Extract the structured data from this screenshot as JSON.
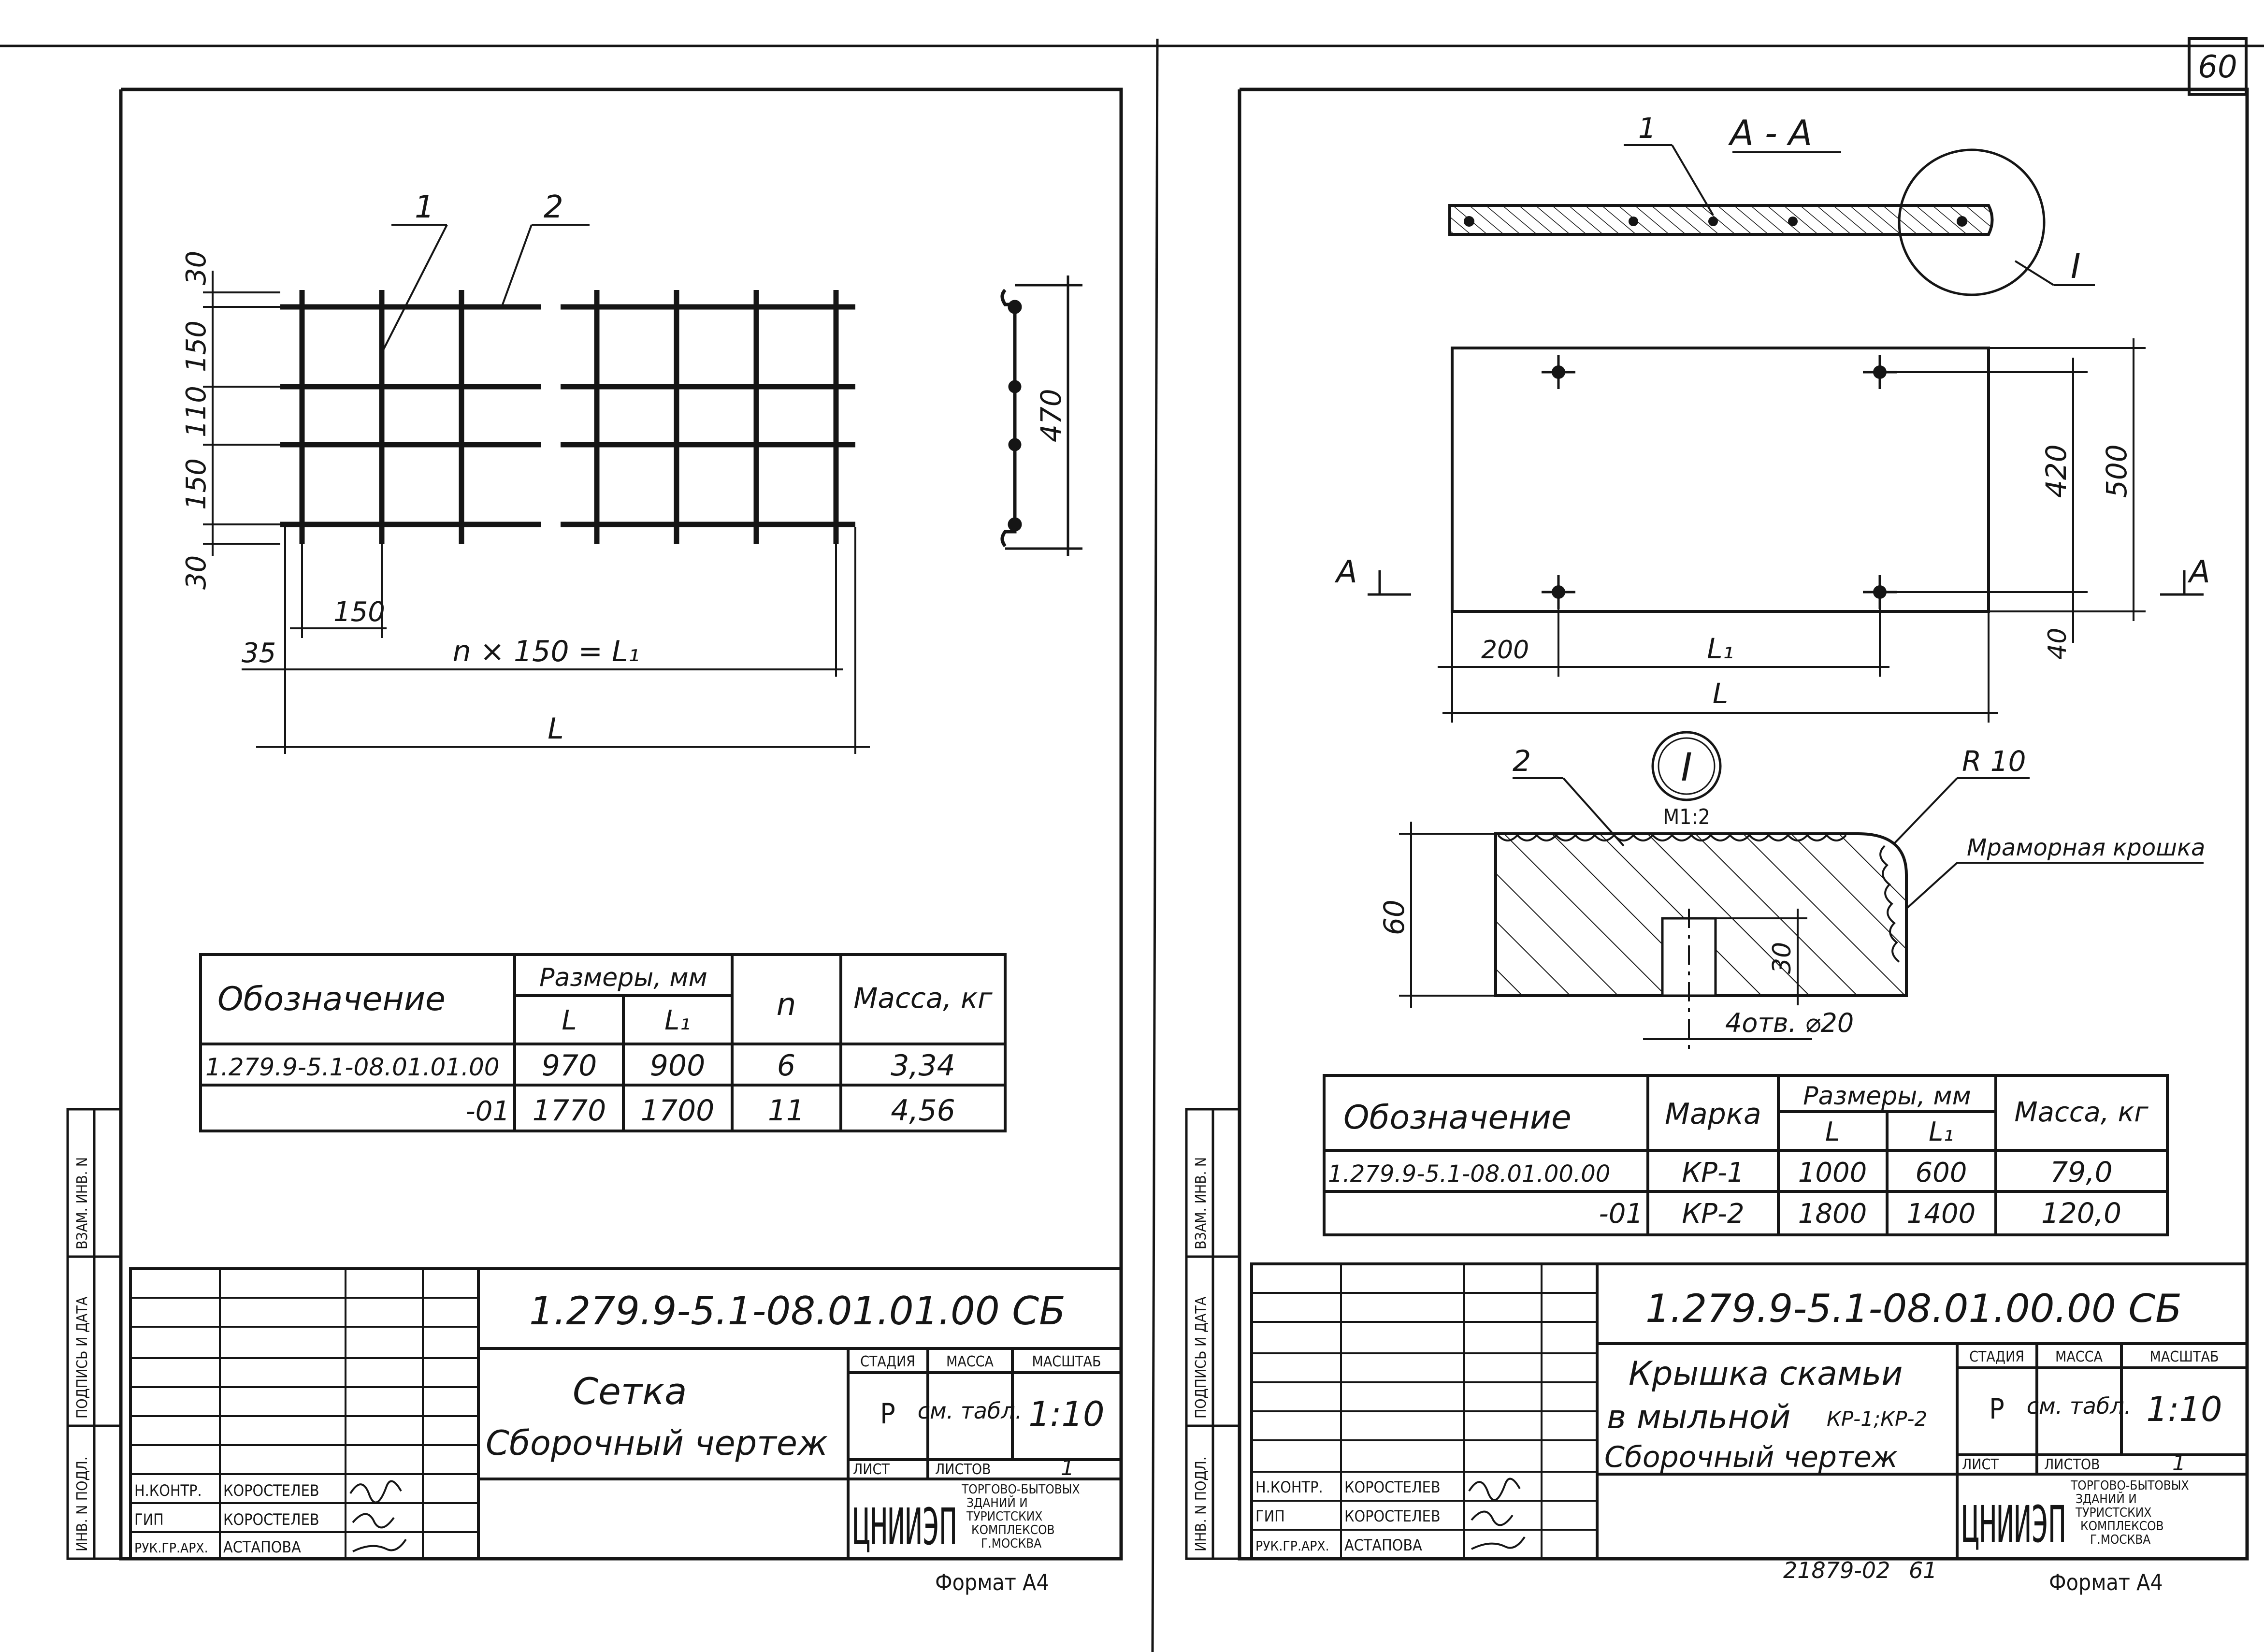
{
  "page_number": "60",
  "left_sheet": {
    "callouts": [
      "1",
      "2"
    ],
    "dims": {
      "top": "30",
      "row1": "150",
      "row2": "110",
      "row3": "150",
      "bottom": "30",
      "pitch": "150",
      "offset": "35",
      "span_formula": "n × 150 = L₁",
      "overall": "L",
      "side": "470"
    },
    "table": {
      "header_designation": "Обозначение",
      "header_dims": "Размеры, мм",
      "header_L": "L",
      "header_L1": "L₁",
      "header_n": "n",
      "header_mass": "Масса, кг",
      "rows": [
        {
          "designation": "1.279.9-5.1-08.01.01.00",
          "L": "970",
          "L1": "900",
          "n": "6",
          "mass": "3,34"
        },
        {
          "designation": "-01",
          "L": "1770",
          "L1": "1700",
          "n": "11",
          "mass": "4,56"
        }
      ]
    },
    "title_block": {
      "code": "1.279.9-5.1-08.01.01.00 СБ",
      "title_line1": "Сетка",
      "title_line2": "Сборочный чертеж",
      "stage_label": "СТАДИЯ",
      "mass_label": "МАССА",
      "scale_label": "МАСШТАБ",
      "stage": "Р",
      "mass": "см. табл.",
      "scale": "1:10",
      "sheet_label": "ЛИСТ",
      "sheets_label": "ЛИСТОВ",
      "sheets": "1",
      "org_logo": "ЦНИИЭП",
      "org_name": [
        "ТОРГОВО-БЫТОВЫХ",
        "ЗДАНИЙ И",
        "ТУРИСТСКИХ",
        "КОМПЛЕКСОВ",
        "Г.МОСКВА"
      ],
      "roles": [
        {
          "role": "Н.КОНТР.",
          "name": "КОРОСТЕЛЕВ"
        },
        {
          "role": "ГИП",
          "name": "КОРОСТЕЛЕВ"
        },
        {
          "role": "РУК.ГР.АРХ.",
          "name": "АСТАПОВА"
        }
      ],
      "side_labels": [
        "ИНВ. N ПОДЛ.",
        "ПОДПИСЬ И ДАТА",
        "ВЗАМ. ИНВ. N"
      ],
      "format": "Формат А4"
    }
  },
  "right_sheet": {
    "section_label": "А - А",
    "callout_1": "1",
    "callout_2": "2",
    "detail_ref": "I",
    "detail_scale": "М1:2",
    "cut_left": "А",
    "cut_right": "А",
    "dims": {
      "width_inner": "420",
      "width_outer": "500",
      "edge": "40",
      "offset": "200",
      "L1": "L₁",
      "L": "L",
      "radius": "R 10",
      "thickness": "60",
      "hole_depth": "30",
      "holes": "4отв. ⌀20"
    },
    "material_note": "Мраморная крошка",
    "table": {
      "header_designation": "Обозначение",
      "header_mark": "Марка",
      "header_dims": "Размеры, мм",
      "header_L": "L",
      "header_L1": "L₁",
      "header_mass": "Масса, кг",
      "rows": [
        {
          "designation": "1.279.9-5.1-08.01.00.00",
          "mark": "КР-1",
          "L": "1000",
          "L1": "600",
          "mass": "79,0"
        },
        {
          "designation": "-01",
          "mark": "КР-2",
          "L": "1800",
          "L1": "1400",
          "mass": "120,0"
        }
      ]
    },
    "title_block": {
      "code": "1.279.9-5.1-08.01.00.00 СБ",
      "title_line1": "Крышка скамьи",
      "title_line2": "в мыльной",
      "title_marks": "КР-1;КР-2",
      "title_line3": "Сборочный чертеж",
      "stage_label": "СТАДИЯ",
      "mass_label": "МАССА",
      "scale_label": "МАСШТАБ",
      "stage": "Р",
      "mass": "см. табл.",
      "scale": "1:10",
      "sheet_label": "ЛИСТ",
      "sheets_label": "ЛИСТОВ",
      "sheets": "1",
      "org_logo": "ЦНИИЭП",
      "org_name": [
        "ТОРГОВО-БЫТОВЫХ",
        "ЗДАНИЙ И",
        "ТУРИСТСКИХ",
        "КОМПЛЕКСОВ",
        "Г.МОСКВА"
      ],
      "roles": [
        {
          "role": "Н.КОНТР.",
          "name": "КОРОСТЕЛЕВ"
        },
        {
          "role": "ГИП",
          "name": "КОРОСТЕЛЕВ"
        },
        {
          "role": "РУК.ГР.АРХ.",
          "name": "АСТАПОВА"
        }
      ],
      "side_labels": [
        "ИНВ. N ПОДЛ.",
        "ПОДПИСЬ И ДАТА",
        "ВЗАМ. ИНВ. N"
      ],
      "archive_number": "21879-02",
      "archive_page": "61",
      "format": "Формат А4"
    }
  }
}
